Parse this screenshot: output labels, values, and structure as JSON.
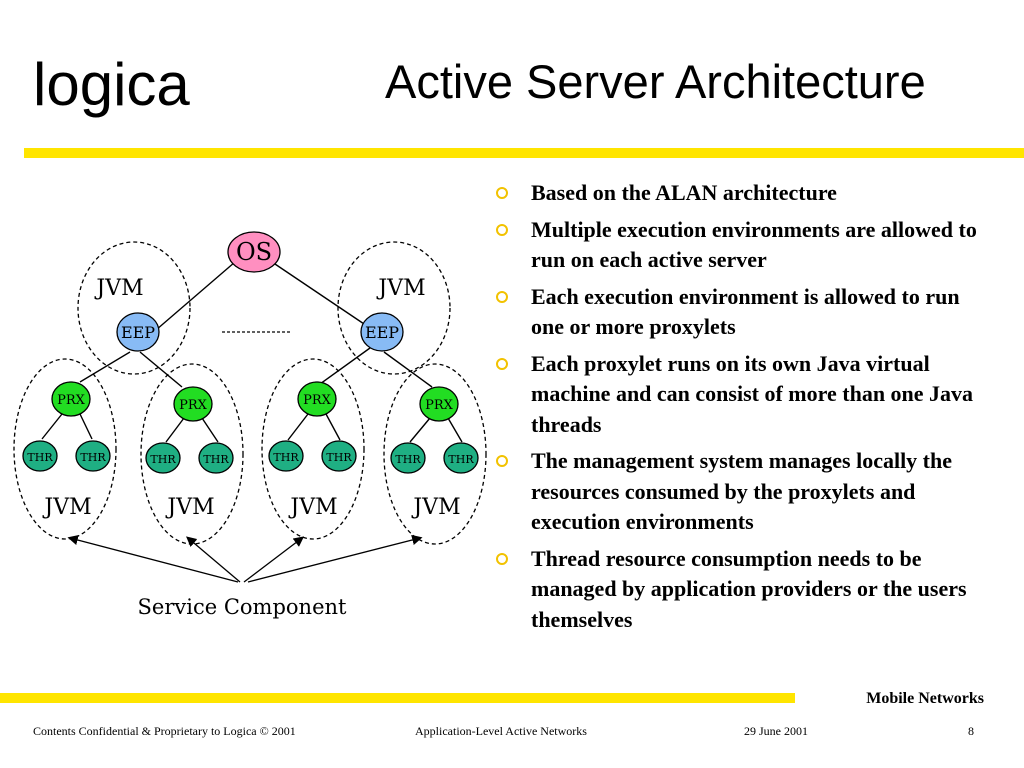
{
  "header": {
    "logo_text": "logica",
    "title": "Active Server Architecture"
  },
  "colors": {
    "accent_yellow": "#FFE500",
    "os_pink": "#FF8FC0",
    "eep_blue": "#88BBF5",
    "prx_green": "#22DD22",
    "thr_teal": "#1FAF83",
    "bullet_yellow": "#F2C200"
  },
  "diagram": {
    "os_label": "OS",
    "jvm_label": "JVM",
    "eep_label": "EEP",
    "prx_label": "PRX",
    "thr_label": "THR",
    "service_component_label": "Service Component"
  },
  "bullets": [
    "Based on the ALAN architecture",
    "Multiple execution environments are allowed to run on each active server",
    "Each execution environment is allowed to run one or more proxylets",
    "Each proxylet runs on its own Java virtual machine and can consist of more than one Java threads",
    "The management system manages locally the resources consumed by the proxylets and execution environments",
    "Thread resource consumption needs to be managed by application providers or the users themselves"
  ],
  "footer": {
    "mobile_networks": "Mobile Networks",
    "confidential": "Contents Confidential & Proprietary to Logica © 2001",
    "presentation_title": "Application-Level Active Networks",
    "date": "29 June 2001",
    "page_number": "8"
  }
}
